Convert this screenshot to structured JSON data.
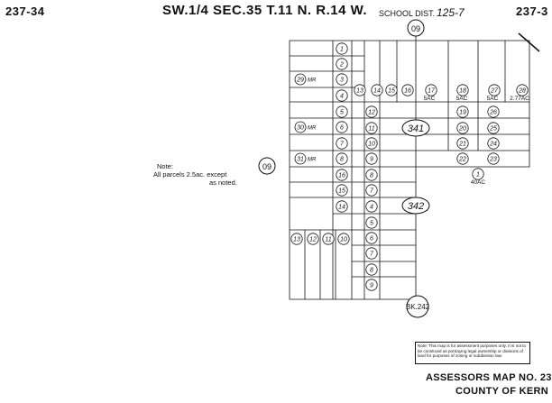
{
  "header": {
    "left_page_ref": "237-34",
    "title": "SW.1/4 SEC.35 T.11 N. R.14 W.",
    "school_district_label": "SCHOOL DIST.",
    "school_district_value": "125-7",
    "right_page_ref": "237-3"
  },
  "map": {
    "road_markers": [
      {
        "label": "09"
      },
      {
        "label": "09"
      }
    ],
    "book_ref": "BK.242",
    "blocks": [
      {
        "label": "341"
      },
      {
        "label": "342"
      }
    ],
    "parcels": [
      {
        "label": "1"
      },
      {
        "label": "2"
      },
      {
        "label": "3"
      },
      {
        "label": "4"
      },
      {
        "label": "5"
      },
      {
        "label": "6"
      },
      {
        "label": "7"
      },
      {
        "label": "8"
      },
      {
        "label": "16"
      },
      {
        "label": "15"
      },
      {
        "label": "14"
      },
      {
        "label": "13"
      },
      {
        "label": "14"
      },
      {
        "label": "15"
      },
      {
        "label": "16"
      },
      {
        "label": "12"
      },
      {
        "label": "11"
      },
      {
        "label": "10"
      },
      {
        "label": "9"
      },
      {
        "label": "8"
      },
      {
        "label": "7"
      },
      {
        "label": "4"
      },
      {
        "label": "5"
      },
      {
        "label": "6"
      },
      {
        "label": "7"
      },
      {
        "label": "8"
      },
      {
        "label": "9"
      },
      {
        "label": "13"
      },
      {
        "label": "12"
      },
      {
        "label": "11"
      },
      {
        "label": "10"
      },
      {
        "label": "17"
      },
      {
        "label": "18"
      },
      {
        "label": "27"
      },
      {
        "label": "28"
      },
      {
        "label": "19"
      },
      {
        "label": "20"
      },
      {
        "label": "21"
      },
      {
        "label": "22"
      },
      {
        "label": "26"
      },
      {
        "label": "25"
      },
      {
        "label": "24"
      },
      {
        "label": "23"
      },
      {
        "label": "1"
      }
    ],
    "mr_labels": [
      {
        "label": "29",
        "suffix": "MR"
      },
      {
        "label": "30",
        "suffix": "MR"
      },
      {
        "label": "31",
        "suffix": "MR"
      }
    ],
    "acreage_labels": [
      "5AC",
      "5AC",
      "5AC",
      "2.77AC",
      "40AC"
    ]
  },
  "note": {
    "line1": "Note:",
    "line2": "All parcels 2.5ac. except",
    "line3": "as noted."
  },
  "disclaimer": "Note: This map is for assessment purposes only. It is not to be construed as portraying legal ownership or divisions of land for purposes of zoning or subdivision law.",
  "footer": {
    "line1": "ASSESSORS MAP NO. 23",
    "line2": "COUNTY OF KERN"
  }
}
